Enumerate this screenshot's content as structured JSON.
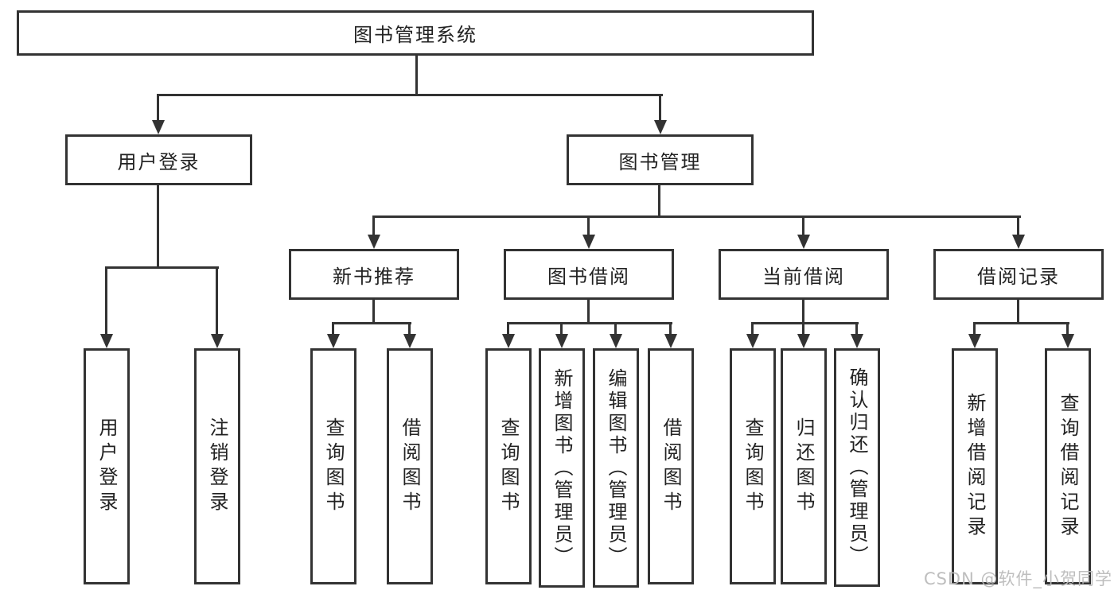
{
  "diagram": {
    "title": "图书管理系统",
    "branches": {
      "user_login": {
        "label": "用户登录",
        "leaves": [
          "用户登录",
          "注销登录"
        ]
      },
      "book_mgmt": {
        "label": "图书管理",
        "groups": {
          "new_books": {
            "label": "新书推荐",
            "leaves": [
              "查询图书",
              "借阅图书"
            ]
          },
          "borrow": {
            "label": "图书借阅",
            "leaves": [
              "查询图书",
              "新增图书（管理员）",
              "编辑图书（管理员）",
              "借阅图书"
            ]
          },
          "current": {
            "label": "当前借阅",
            "leaves": [
              "查询图书",
              "归还图书",
              "确认归还（管理员）"
            ]
          },
          "records": {
            "label": "借阅记录",
            "leaves": [
              "新增借阅记录",
              "查询借阅记录"
            ]
          }
        }
      }
    }
  },
  "watermark": "CSDN @软件_小贺同学",
  "colors": {
    "line": "#333333",
    "box_border": "#333333",
    "box_fill": "#ffffff",
    "text": "#222222",
    "watermark": "#bbbbbb"
  }
}
